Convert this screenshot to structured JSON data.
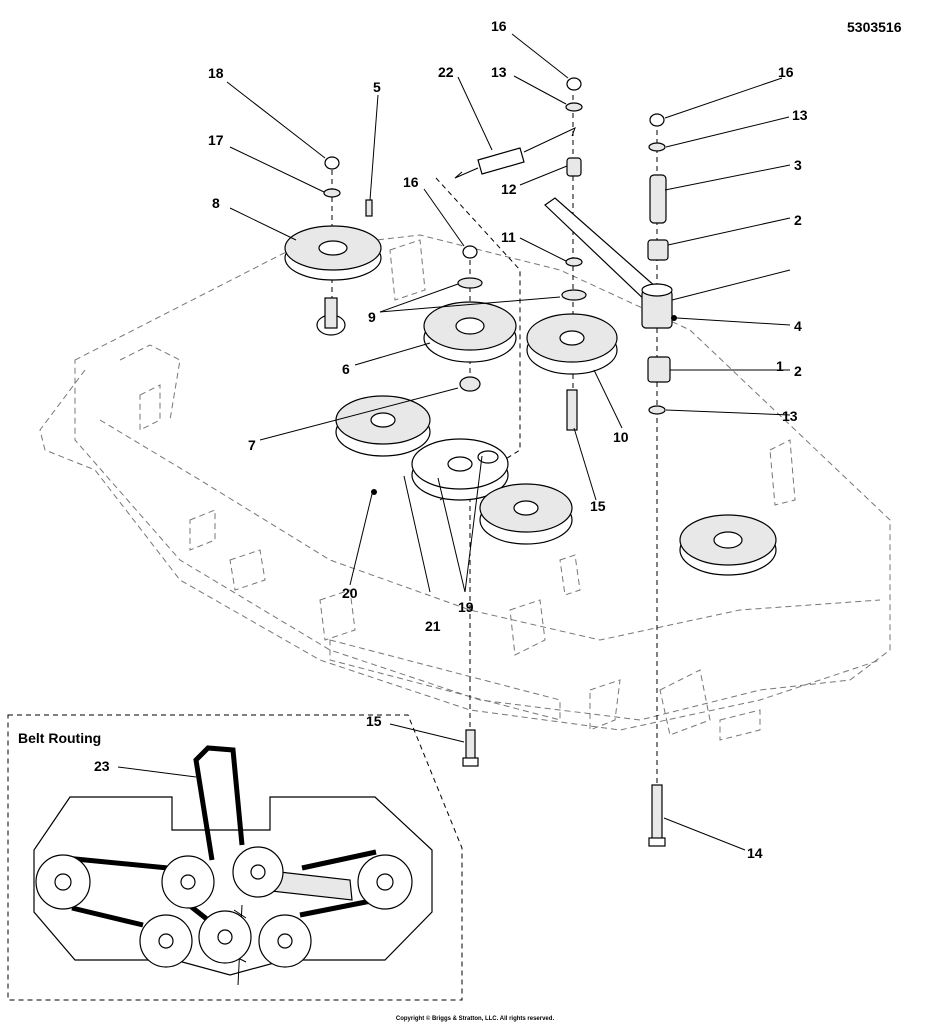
{
  "diagram_code": "5303516",
  "copyright": "Copyright © Briggs & Stratton, LLC. All rights reserved.",
  "inset": {
    "title": "Belt Routing"
  },
  "callouts": {
    "c1": "1",
    "c2a": "2",
    "c2b": "2",
    "c3": "3",
    "c4": "4",
    "c5": "5",
    "c6": "6",
    "c7": "7",
    "c8": "8",
    "c9": "9",
    "c10": "10",
    "c11": "11",
    "c12": "12",
    "c13a": "13",
    "c13b": "13",
    "c13c": "13",
    "c14": "14",
    "c15a": "15",
    "c15b": "15",
    "c16a": "16",
    "c16b": "16",
    "c16c": "16",
    "c17": "17",
    "c18": "18",
    "c19": "19",
    "c20": "20",
    "c21": "21",
    "c22": "22",
    "c23": "23"
  }
}
